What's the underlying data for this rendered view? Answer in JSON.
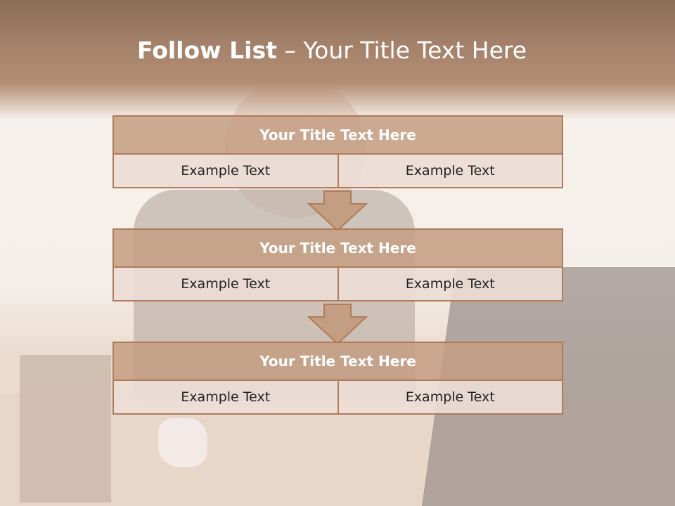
{
  "title": {
    "bold": "Follow List",
    "rest": " – Your Title Text Here"
  },
  "blocks": [
    {
      "title": "Your Title Text Here",
      "cells": [
        "Example Text",
        "Example Text"
      ]
    },
    {
      "title": "Your Title Text Here",
      "cells": [
        "Example Text",
        "Example Text"
      ]
    },
    {
      "title": "Your Title Text Here",
      "cells": [
        "Example Text",
        "Example Text"
      ]
    }
  ],
  "colors": {
    "header": "#a5826b",
    "block_title": "#c49e82",
    "border": "#b07b58",
    "cell": "#ecddd6"
  }
}
